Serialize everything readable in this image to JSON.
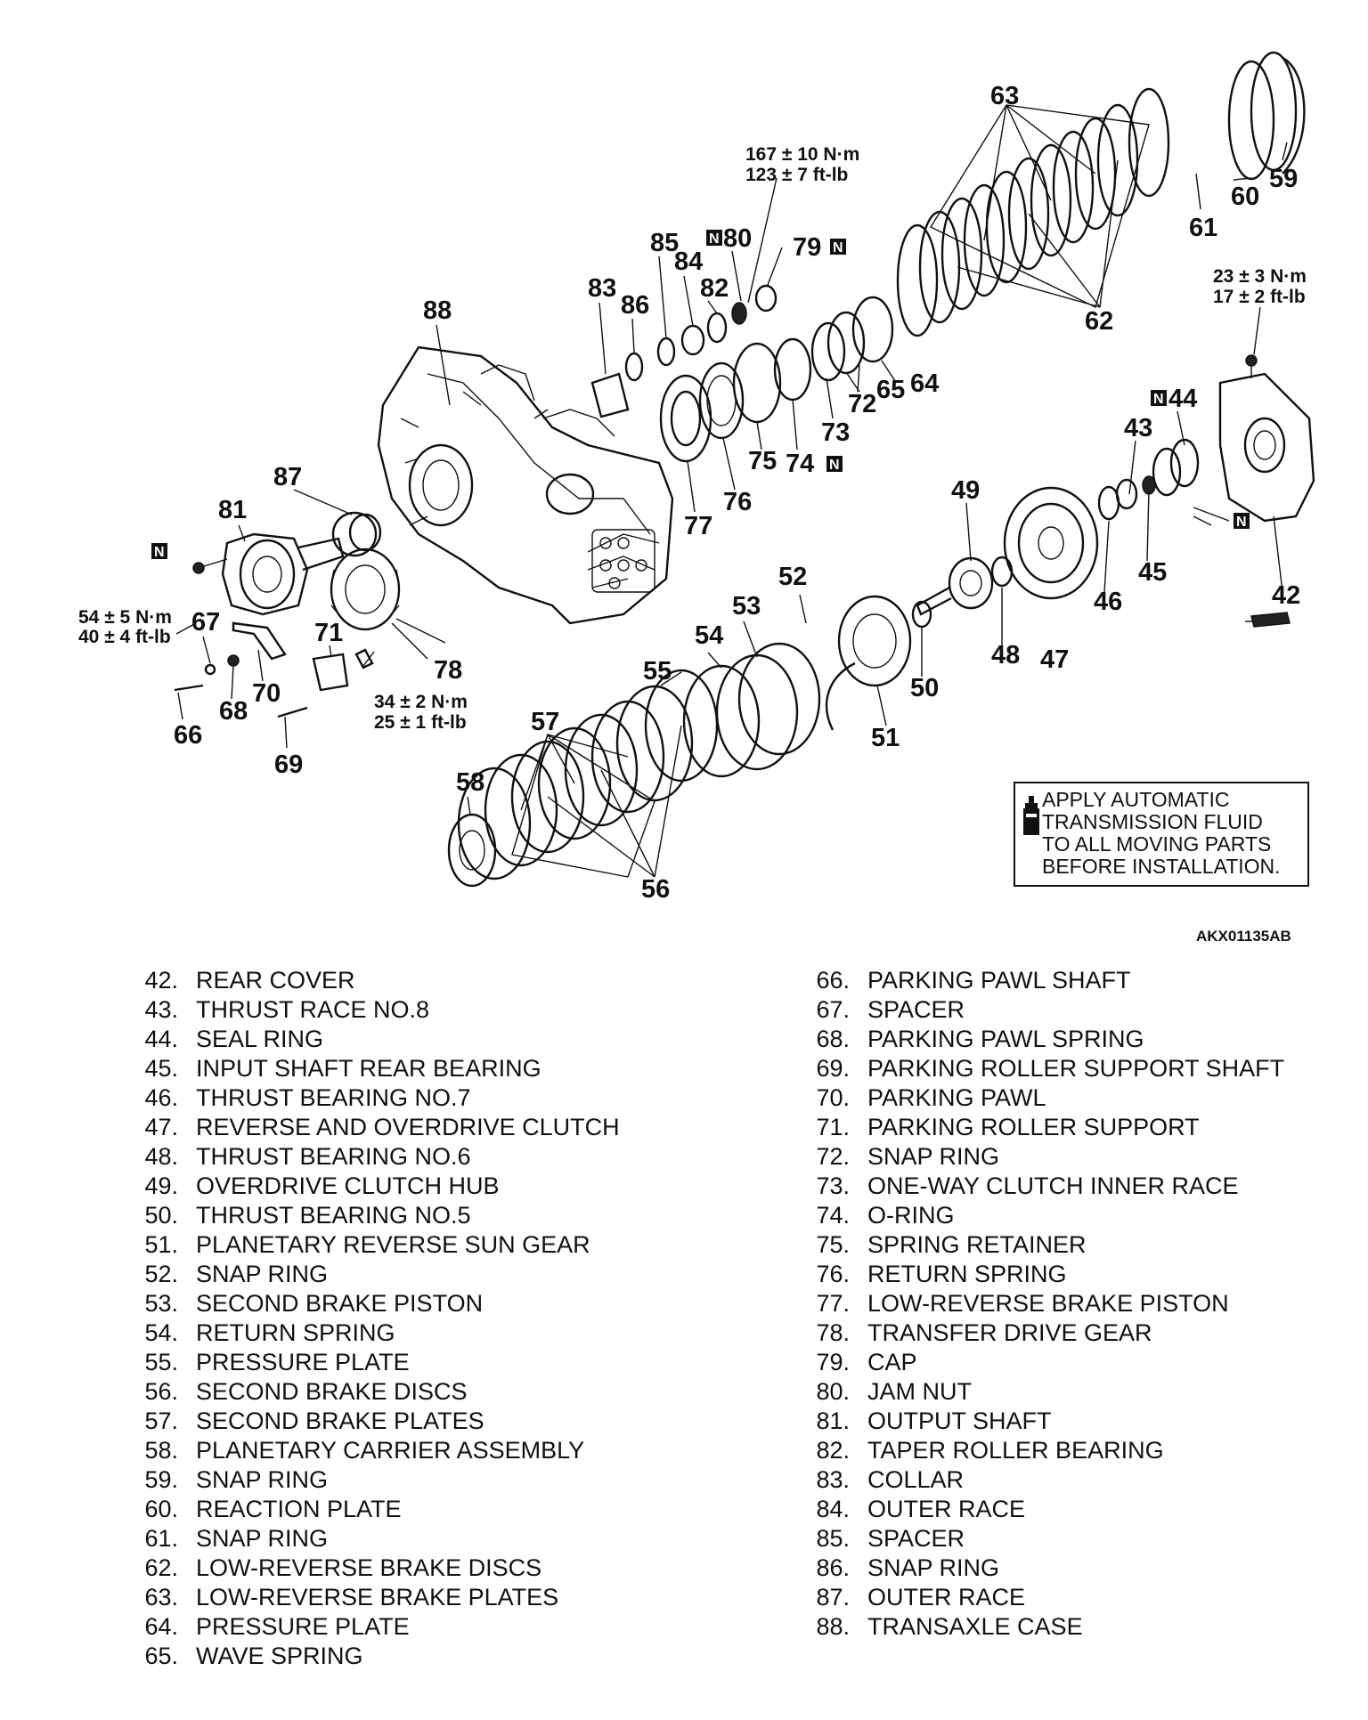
{
  "diagram": {
    "callouts": [
      "42",
      "43",
      "44",
      "45",
      "46",
      "47",
      "48",
      "49",
      "50",
      "51",
      "52",
      "53",
      "54",
      "55",
      "56",
      "57",
      "58",
      "59",
      "60",
      "61",
      "62",
      "63",
      "64",
      "65",
      "66",
      "67",
      "68",
      "69",
      "70",
      "71",
      "72",
      "73",
      "74",
      "75",
      "76",
      "77",
      "78",
      "79",
      "80",
      "81",
      "82",
      "83",
      "84",
      "85",
      "86",
      "87",
      "88"
    ],
    "torque": {
      "t80": [
        "167 ± 10 N·m",
        "123 ± 7 ft-lb"
      ],
      "t42": [
        "23 ± 3 N·m",
        "17 ± 2 ft-lb"
      ],
      "t81": [
        "54 ± 5 N·m",
        "40 ± 4 ft-lb"
      ],
      "t78": [
        "34 ± 2 N·m",
        "25 ± 1 ft-lb"
      ]
    },
    "new_part_mark": "N",
    "figure_code": "AKX01135AB"
  },
  "note": {
    "text": "APPLY AUTOMATIC\nTRANSMISSION FLUID\nTO ALL MOVING PARTS\nBEFORE INSTALLATION.",
    "icon": "fluid-bottle-icon"
  },
  "legend": {
    "left": [
      {
        "n": "42.",
        "t": "REAR COVER"
      },
      {
        "n": "43.",
        "t": "THRUST RACE NO.8"
      },
      {
        "n": "44.",
        "t": "SEAL RING"
      },
      {
        "n": "45.",
        "t": "INPUT SHAFT REAR BEARING"
      },
      {
        "n": "46.",
        "t": "THRUST BEARING NO.7"
      },
      {
        "n": "47.",
        "t": "REVERSE AND OVERDRIVE CLUTCH"
      },
      {
        "n": "48.",
        "t": "THRUST BEARING NO.6"
      },
      {
        "n": "49.",
        "t": "OVERDRIVE CLUTCH HUB"
      },
      {
        "n": "50.",
        "t": "THRUST BEARING NO.5"
      },
      {
        "n": "51.",
        "t": "PLANETARY REVERSE SUN GEAR"
      },
      {
        "n": "52.",
        "t": "SNAP RING"
      },
      {
        "n": "53.",
        "t": "SECOND BRAKE PISTON"
      },
      {
        "n": "54.",
        "t": "RETURN SPRING"
      },
      {
        "n": "55.",
        "t": "PRESSURE PLATE"
      },
      {
        "n": "56.",
        "t": "SECOND BRAKE DISCS"
      },
      {
        "n": "57.",
        "t": "SECOND BRAKE PLATES"
      },
      {
        "n": "58.",
        "t": "PLANETARY CARRIER ASSEMBLY"
      },
      {
        "n": "59.",
        "t": "SNAP RING"
      },
      {
        "n": "60.",
        "t": "REACTION PLATE"
      },
      {
        "n": "61.",
        "t": "SNAP RING"
      },
      {
        "n": "62.",
        "t": "LOW-REVERSE BRAKE DISCS"
      },
      {
        "n": "63.",
        "t": "LOW-REVERSE BRAKE PLATES"
      },
      {
        "n": "64.",
        "t": "PRESSURE PLATE"
      },
      {
        "n": "65.",
        "t": "WAVE SPRING"
      }
    ],
    "right": [
      {
        "n": "66.",
        "t": "PARKING PAWL SHAFT"
      },
      {
        "n": "67.",
        "t": "SPACER"
      },
      {
        "n": "68.",
        "t": "PARKING PAWL SPRING"
      },
      {
        "n": "69.",
        "t": "PARKING ROLLER SUPPORT SHAFT"
      },
      {
        "n": "70.",
        "t": "PARKING PAWL"
      },
      {
        "n": "71.",
        "t": "PARKING ROLLER SUPPORT"
      },
      {
        "n": "72.",
        "t": "SNAP RING"
      },
      {
        "n": "73.",
        "t": "ONE-WAY CLUTCH INNER RACE"
      },
      {
        "n": "74.",
        "t": "O-RING"
      },
      {
        "n": "75.",
        "t": "SPRING RETAINER"
      },
      {
        "n": "76.",
        "t": "RETURN SPRING"
      },
      {
        "n": "77.",
        "t": "LOW-REVERSE BRAKE PISTON"
      },
      {
        "n": "78.",
        "t": "TRANSFER DRIVE GEAR"
      },
      {
        "n": "79.",
        "t": "CAP"
      },
      {
        "n": "80.",
        "t": "JAM NUT"
      },
      {
        "n": "81.",
        "t": "OUTPUT SHAFT"
      },
      {
        "n": "82.",
        "t": "TAPER ROLLER BEARING"
      },
      {
        "n": "83.",
        "t": "COLLAR"
      },
      {
        "n": "84.",
        "t": "OUTER RACE"
      },
      {
        "n": "85.",
        "t": "SPACER"
      },
      {
        "n": "86.",
        "t": "SNAP RING"
      },
      {
        "n": "87.",
        "t": "OUTER RACE"
      },
      {
        "n": "88.",
        "t": "TRANSAXLE CASE"
      }
    ]
  }
}
